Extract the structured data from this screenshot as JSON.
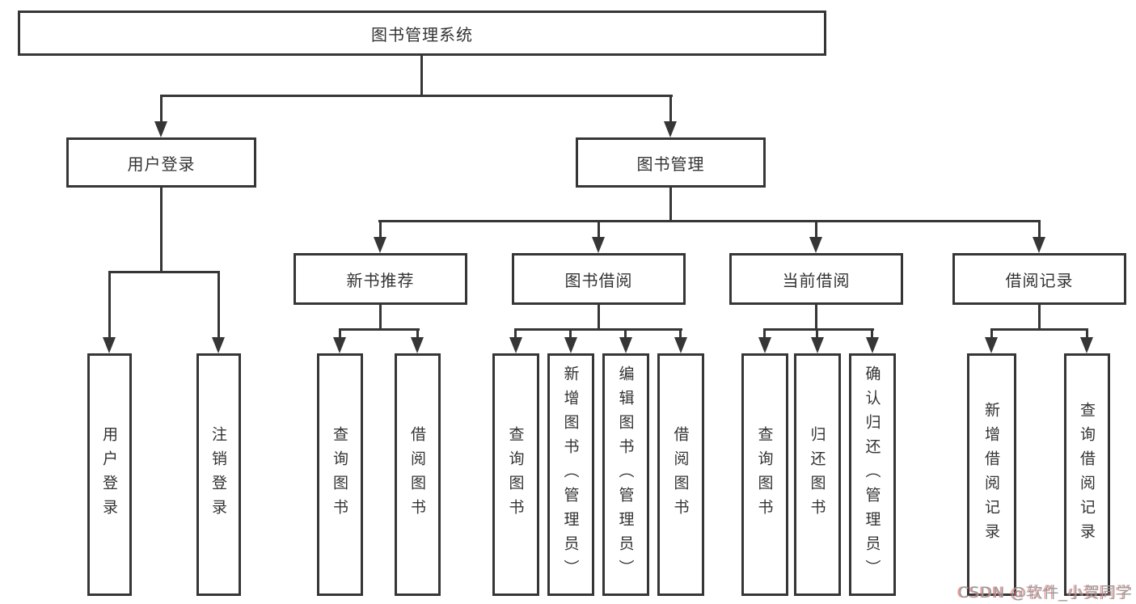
{
  "tree": {
    "root": "图书管理系统",
    "user": {
      "label": "用户登录",
      "children": [
        "用户登录",
        "注销登录"
      ]
    },
    "book": {
      "label": "图书管理",
      "sections": [
        {
          "label": "新书推荐",
          "children": [
            "查询图书",
            "借阅图书"
          ]
        },
        {
          "label": "图书借阅",
          "children": [
            "查询图书",
            "新增图书（管理员）",
            "编辑图书（管理员）",
            "借阅图书"
          ]
        },
        {
          "label": "当前借阅",
          "children": [
            "查询图书",
            "归还图书",
            "确认归还（管理员）"
          ]
        },
        {
          "label": "借阅记录",
          "children": [
            "新增借阅记录",
            "查询借阅记录"
          ]
        }
      ]
    }
  },
  "watermark": "CSDN @软件_小贺同学",
  "colors": {
    "line": "#363636",
    "box_border": "#363636",
    "box_fill": "#ffffff",
    "text": "#333333",
    "background": "#ffffff",
    "watermark_gray": "#9b9b9b",
    "watermark_red": "#e26b6b"
  }
}
